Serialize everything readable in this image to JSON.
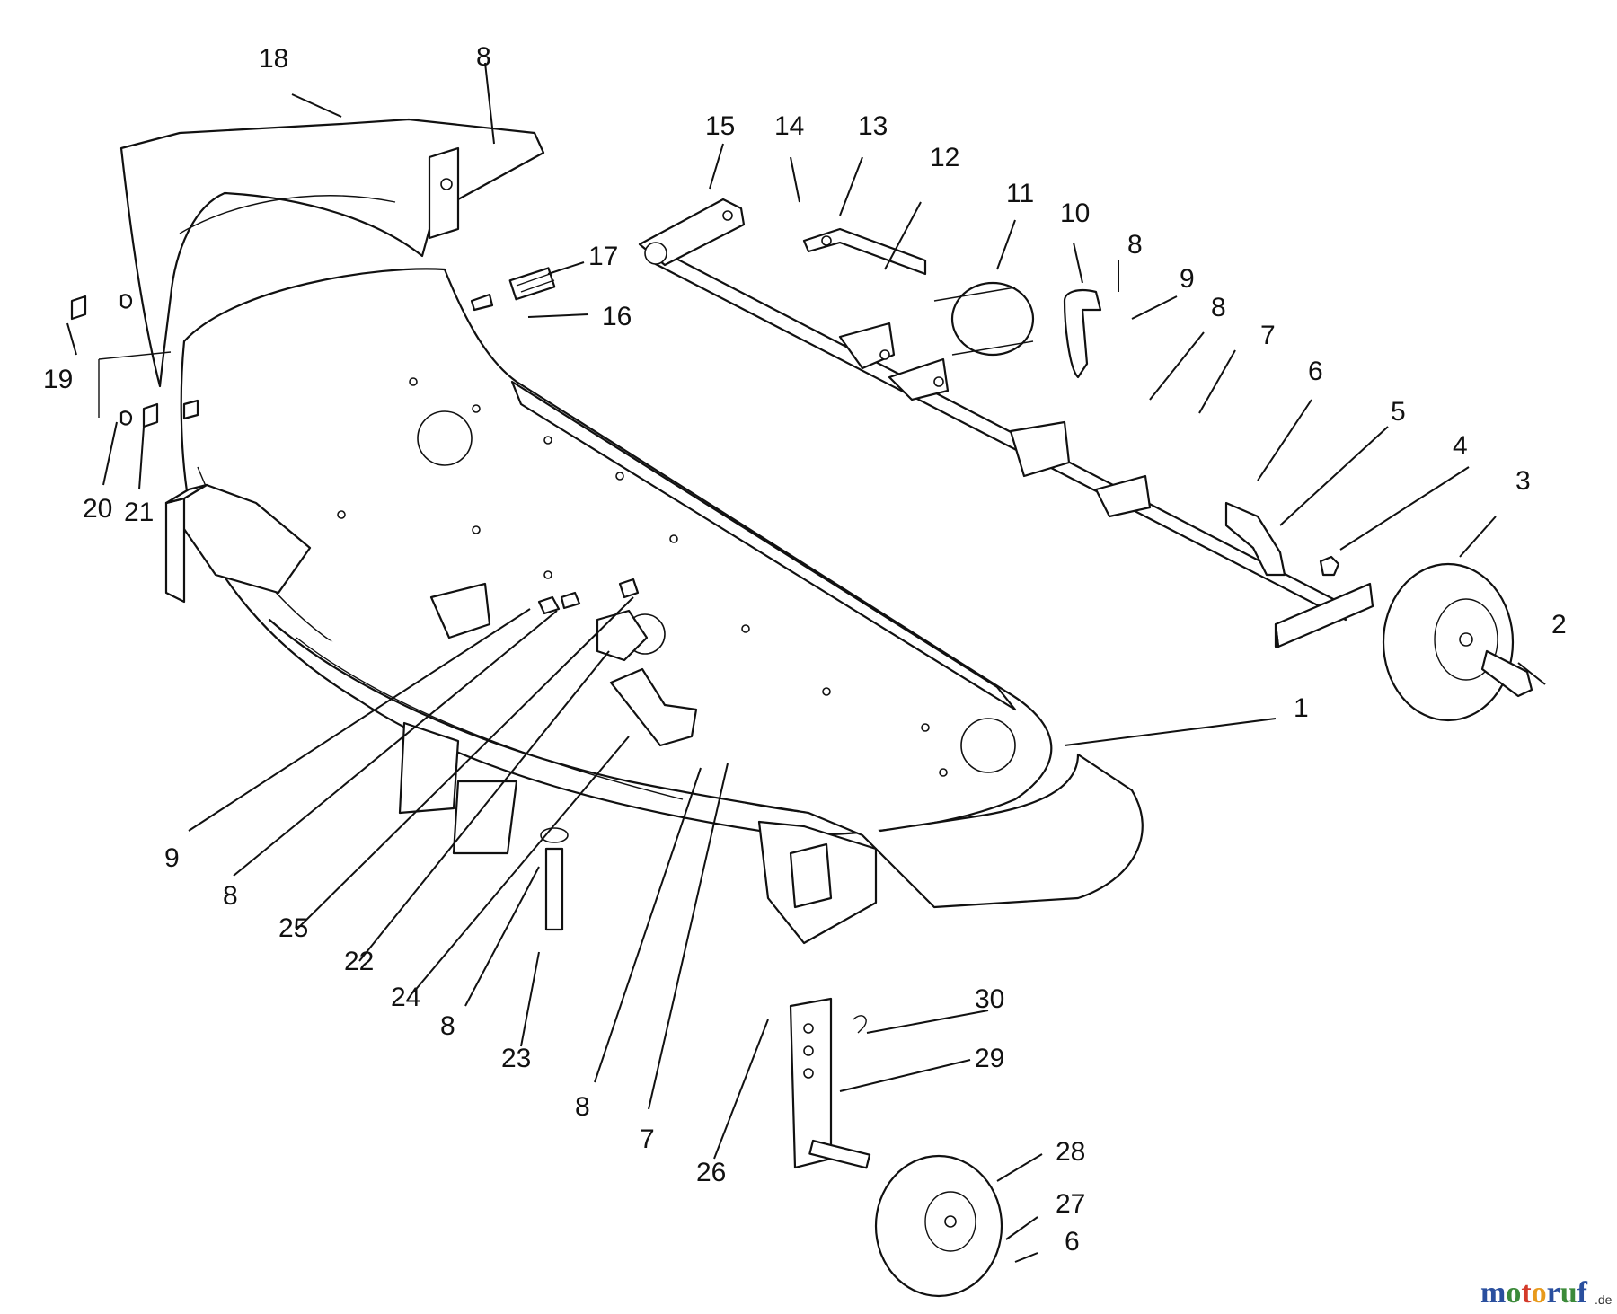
{
  "watermark": {
    "letters": [
      "m",
      "o",
      "t",
      "o",
      "r",
      "u",
      "f"
    ],
    "letter_colors": [
      "#2a4f9e",
      "#3c8a3a",
      "#d43a2a",
      "#e89a1c",
      "#2a4f9e",
      "#3c8a3a",
      "#2a4f9e"
    ],
    "suffix": ".de"
  },
  "callouts": [
    {
      "id": "c1",
      "label": "1"
    },
    {
      "id": "c2",
      "label": "2"
    },
    {
      "id": "c3",
      "label": "3"
    },
    {
      "id": "c4",
      "label": "4"
    },
    {
      "id": "c5",
      "label": "5"
    },
    {
      "id": "c6a",
      "label": "6"
    },
    {
      "id": "c6b",
      "label": "6"
    },
    {
      "id": "c7a",
      "label": "7"
    },
    {
      "id": "c7b",
      "label": "7"
    },
    {
      "id": "c8a",
      "label": "8"
    },
    {
      "id": "c8b",
      "label": "8"
    },
    {
      "id": "c8c",
      "label": "8"
    },
    {
      "id": "c8d",
      "label": "8"
    },
    {
      "id": "c8e",
      "label": "8"
    },
    {
      "id": "c8f",
      "label": "8"
    },
    {
      "id": "c9a",
      "label": "9"
    },
    {
      "id": "c9b",
      "label": "9"
    },
    {
      "id": "c10",
      "label": "10"
    },
    {
      "id": "c11",
      "label": "11"
    },
    {
      "id": "c12",
      "label": "12"
    },
    {
      "id": "c13",
      "label": "13"
    },
    {
      "id": "c14",
      "label": "14"
    },
    {
      "id": "c15",
      "label": "15"
    },
    {
      "id": "c16",
      "label": "16"
    },
    {
      "id": "c17",
      "label": "17"
    },
    {
      "id": "c18",
      "label": "18"
    },
    {
      "id": "c19",
      "label": "19"
    },
    {
      "id": "c20",
      "label": "20"
    },
    {
      "id": "c21",
      "label": "21"
    },
    {
      "id": "c22",
      "label": "22"
    },
    {
      "id": "c23",
      "label": "23"
    },
    {
      "id": "c24",
      "label": "24"
    },
    {
      "id": "c25",
      "label": "25"
    },
    {
      "id": "c26",
      "label": "26"
    },
    {
      "id": "c27",
      "label": "27"
    },
    {
      "id": "c28",
      "label": "28"
    },
    {
      "id": "c29",
      "label": "29"
    },
    {
      "id": "c30",
      "label": "30"
    }
  ]
}
